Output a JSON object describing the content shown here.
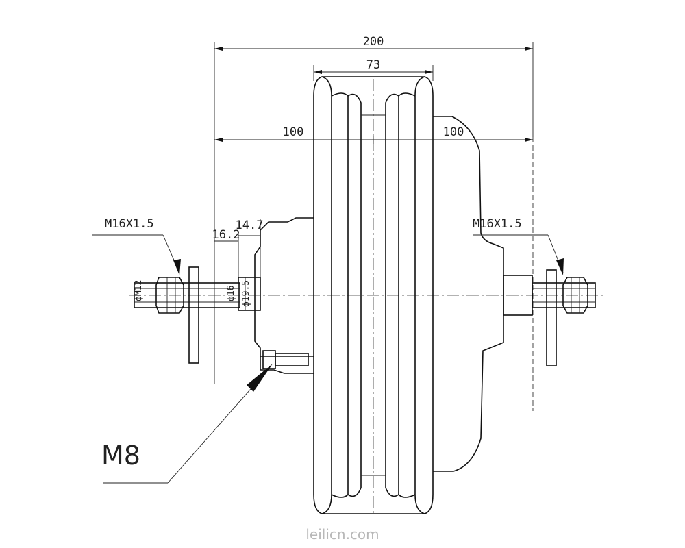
{
  "dimensions": {
    "overall_width": "200",
    "rim_width": "73",
    "left_half": "100",
    "right_half": "100",
    "left_axle_step_1": "16.2",
    "left_axle_step_2": "14.7",
    "thread_dia": "ϕM12",
    "shaft_dia_1": "ϕ16",
    "shaft_dia_2": "ϕ19.5"
  },
  "callouts": {
    "left_nut": "M16X1.5",
    "right_nut": "M16X1.5",
    "mount_bolt": "M8"
  },
  "watermark": "leilicn.com"
}
